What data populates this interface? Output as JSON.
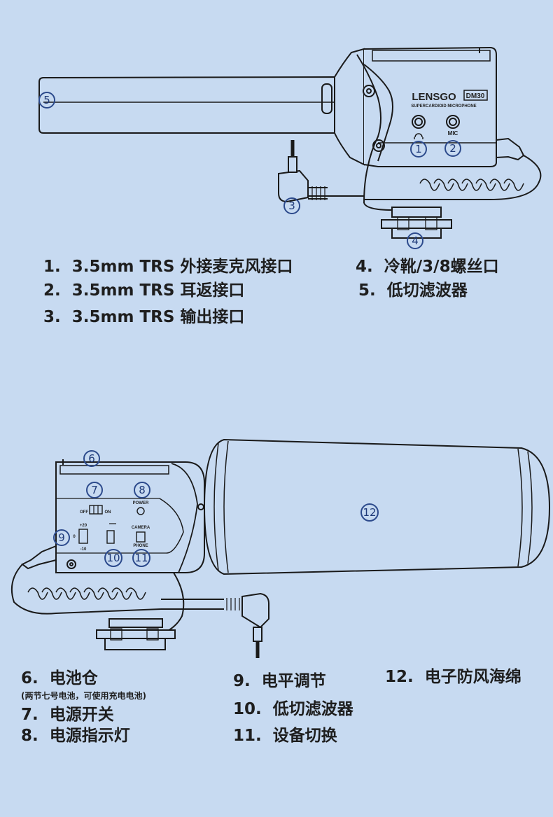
{
  "product": {
    "brand": "LENSGO",
    "model": "DM30",
    "subtitle": "SUPERCARDIOID MICROPHONE"
  },
  "top_view": {
    "port_labels": {
      "mic": "MIC",
      "phones_icon": "headphones-icon"
    },
    "callouts": [
      "1",
      "2",
      "3",
      "4",
      "5"
    ],
    "legend": [
      {
        "num": "1.",
        "text": "3.5mm TRS 外接麦克风接口"
      },
      {
        "num": "2.",
        "text": "3.5mm TRS 耳返接口"
      },
      {
        "num": "3.",
        "text": "3.5mm TRS 输出接口"
      },
      {
        "num": "4.",
        "text": "冷靴/3/8螺丝口"
      },
      {
        "num": "5.",
        "text": "低切滤波器"
      }
    ]
  },
  "side_view": {
    "switch_labels": {
      "off": "OFF",
      "on": "ON",
      "power": "POWER",
      "gain_high": "+20",
      "gain_mid": "0",
      "gain_low": "-10",
      "camera": "CAMERA",
      "phone": "PHONE"
    },
    "callouts": [
      "6",
      "7",
      "8",
      "9",
      "10",
      "11",
      "12"
    ],
    "legend": [
      {
        "num": "6.",
        "text": "电池仓"
      },
      {
        "note": "(两节七号电池，可使用充电电池)"
      },
      {
        "num": "7.",
        "text": "电源开关"
      },
      {
        "num": "8.",
        "text": "电源指示灯"
      },
      {
        "num": "9.",
        "text": "电平调节"
      },
      {
        "num": "10.",
        "text": "低切滤波器"
      },
      {
        "num": "11.",
        "text": "设备切换"
      },
      {
        "num": "12.",
        "text": "电子防风海绵"
      }
    ]
  },
  "colors": {
    "background": "#c7daf1",
    "callout": "#2c4a8c",
    "line": "#1a1a1a"
  }
}
